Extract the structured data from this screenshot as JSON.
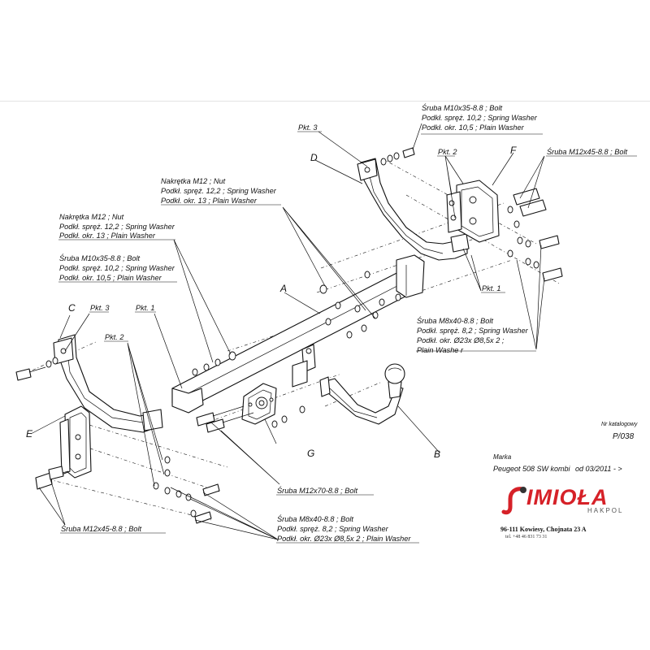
{
  "labels": {
    "top_bolt": [
      "Śruba M10x35-8.8   ;  Bolt",
      "Podkł. spręż. 10,2 ; Spring Washer",
      "Podkł. okr. 10,5 ; Plain Washer"
    ],
    "pkt3_top": "Pkt. 3",
    "letter_d": "D",
    "pkt2_right": "Pkt. 2",
    "letter_f": "F",
    "bolt_m12_right": "Śruba M12x45-8.8   ;  Bolt",
    "nut_center": [
      "Nakrętka  M12 ; Nut",
      "Podkł. spręż. 12,2 ; Spring Washer",
      "Podkł. okr. 13 ; Plain Washer"
    ],
    "nut_left": [
      "Nakrętka  M12 ; Nut",
      "Podkł. spręż. 12,2 ; Spring Washer",
      "Podkł. okr. 13 ; Plain Washer"
    ],
    "bolt_left": [
      "Śruba M10x35-8.8   ;  Bolt",
      "Podkł. spręż. 10,2 ; Spring Washer",
      "Podkł. okr. 10,5 ; Plain Washer"
    ],
    "pkt1_right": "Pkt. 1",
    "letter_a": "A",
    "letter_c": "C",
    "pkt3_left": "Pkt. 3",
    "pkt1_left": "Pkt. 1",
    "bolt_m8_right": [
      "Śruba M8x40-8.8   ;  Bolt",
      "Podkł. spręż. 8,2 ; Spring Washer",
      "Podkł. okr.  Ø23x Ø8,5x 2 ;",
      "Plain Washe r"
    ],
    "pkt2_left": "Pkt. 2",
    "letter_e": "E",
    "letter_g": "G",
    "letter_b": "B",
    "bolt_m12x70": "Śruba M12x70-8.8   ;  Bolt",
    "bolt_m12_left": "Śruba M12x45-8.8   ;  Bolt",
    "bolt_m8_bottom": [
      "Śruba M8x40-8.8   ;  Bolt",
      "Podkł. spręż. 8,2 ; Spring Washer",
      "Podkł. okr.  Ø23x Ø8,5x 2 ; Plain Washer"
    ]
  },
  "catalog": {
    "label": "Nr katalogowy",
    "number": "P/038"
  },
  "vehicle": {
    "brand_label": "Marka",
    "model": "Peugeot 508 SW kombi",
    "date": "od 03/2011 - >"
  },
  "company": {
    "name": "IMIOŁA",
    "sub": "HAKPOL",
    "address": "96-111 Kowiesy, Chojnata 23 A",
    "phone": "tel. +48 46 831 73 31"
  },
  "colors": {
    "logo": "#d62128",
    "ink": "#111111"
  }
}
